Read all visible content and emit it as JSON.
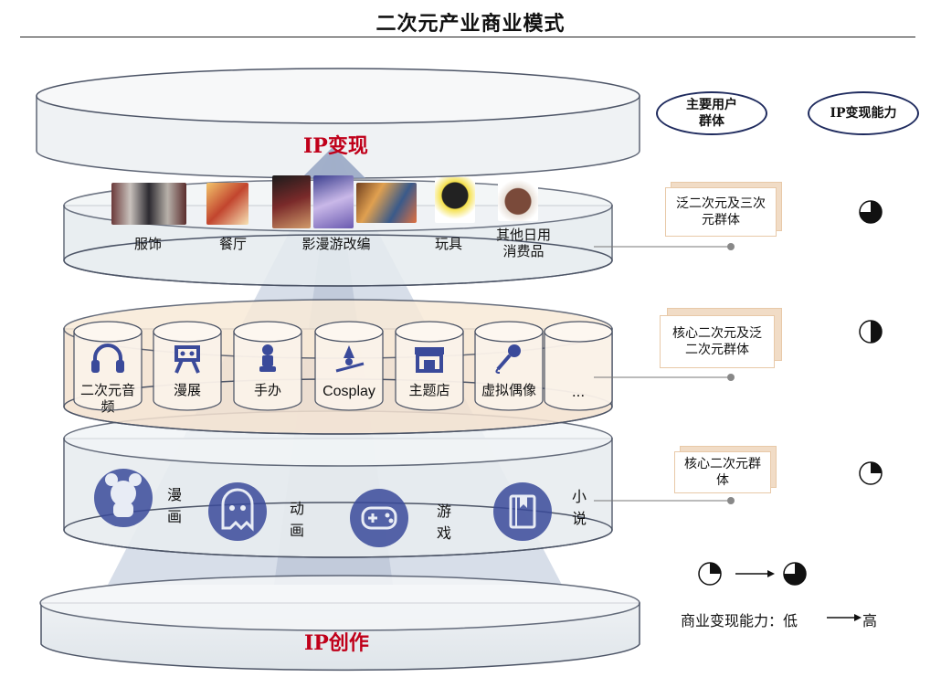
{
  "title": "二次元产业商业模式",
  "layers": {
    "top_label": "IP变现",
    "bottom_label": "IP创作",
    "merch_items": [
      "服饰",
      "餐厅",
      "影漫游改编",
      "玩具",
      "其他日用消费品"
    ],
    "derivative_items": [
      "二次元音频",
      "漫展",
      "手办",
      "Cosplay",
      "主题店",
      "虚拟偶像",
      "..."
    ],
    "content_items": [
      "漫画",
      "动画",
      "游戏",
      "小说"
    ]
  },
  "headers": {
    "users": "主要用户群体",
    "ability": "IP变现能力"
  },
  "user_groups": [
    "泛二次元及三次元群体",
    "核心二次元及泛二次元群体",
    "核心二次元群体"
  ],
  "ability_levels": [
    0.75,
    0.5,
    0.25
  ],
  "legend_text": "商业变现能力：低",
  "legend_high": "高",
  "icons": [
    "headphones-icon",
    "exhibition-icon",
    "figure-icon",
    "witch-icon",
    "shop-icon",
    "microphone-icon",
    "bear-icon",
    "ghost-icon",
    "gamepad-icon",
    "book-icon"
  ],
  "colors": {
    "accent_red": "#c0001a",
    "navy": "#1f2b5e",
    "icon_blue": "#3a4a9a",
    "box_border": "#e8c9a8"
  }
}
